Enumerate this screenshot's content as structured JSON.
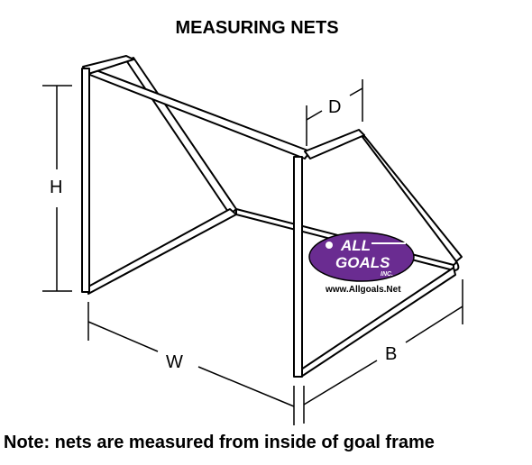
{
  "title": "MEASURING NETS",
  "dimensions": {
    "height": "H",
    "width": "W",
    "depth": "D",
    "base": "B"
  },
  "logo": {
    "line1": "ALL",
    "line2": "GOALS",
    "suffix": "INC.",
    "url": "www.Allgoals.Net",
    "color": "#6a2c91"
  },
  "note": "Note: nets are measured from inside of goal frame"
}
